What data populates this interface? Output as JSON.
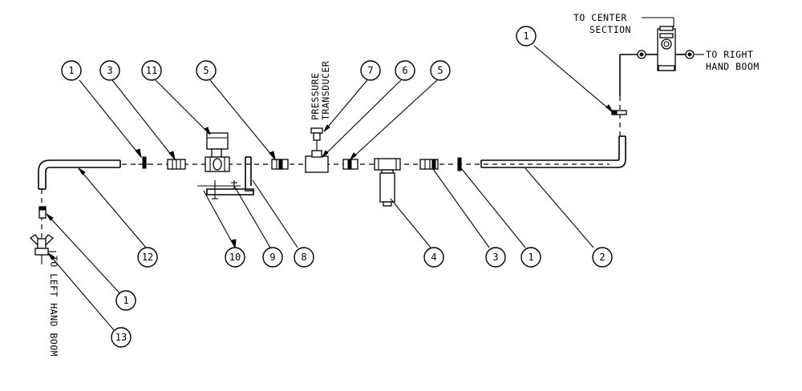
{
  "labels": {
    "to_center_line1": "TO CENTER",
    "to_center_line2": "SECTION",
    "to_right_line1": "TO RIGHT",
    "to_right_line2": "HAND BOOM",
    "pressure_line1": "PRESSURE",
    "pressure_line2": "TRANSDUCER",
    "to_left": "TO LEFT HAND BOOM"
  },
  "balloons": {
    "b1_left": "1",
    "b3_left": "3",
    "b11": "11",
    "b5_left": "5",
    "b7": "7",
    "b6": "6",
    "b5_right": "5",
    "b1_top_right": "1",
    "b12": "12",
    "b10": "10",
    "b9": "9",
    "b8": "8",
    "b4": "4",
    "b3_right": "3",
    "b1_right": "1",
    "b2": "2",
    "b1_bottom": "1",
    "b13": "13"
  }
}
